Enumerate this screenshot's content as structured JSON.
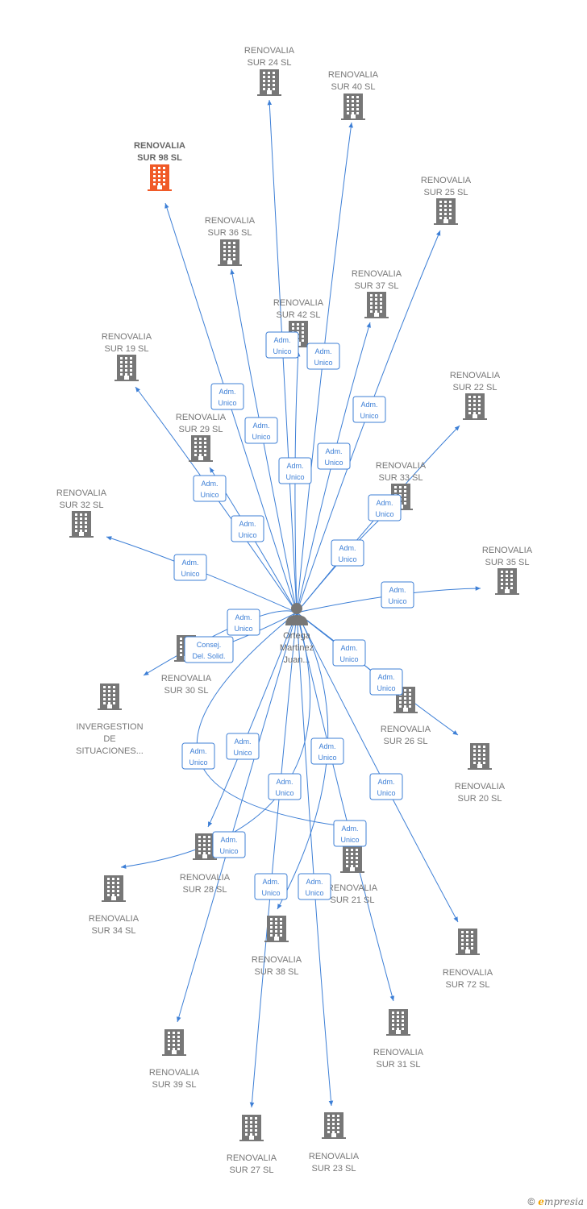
{
  "colors": {
    "edge": "#3d7fd6",
    "building": "#777777",
    "building_highlight": "#f05a28",
    "person": "#777777"
  },
  "center": {
    "label_lines": [
      "Ortega",
      "Martinez",
      "Juan..."
    ],
    "icon": "person-icon"
  },
  "nodes": [
    {
      "id": "sur24",
      "lines": [
        "RENOVALIA",
        "SUR 24  SL"
      ]
    },
    {
      "id": "sur40",
      "lines": [
        "RENOVALIA",
        "SUR 40  SL"
      ]
    },
    {
      "id": "sur98",
      "lines": [
        "RENOVALIA",
        "SUR 98  SL"
      ],
      "highlight": true
    },
    {
      "id": "sur25",
      "lines": [
        "RENOVALIA",
        "SUR 25  SL"
      ]
    },
    {
      "id": "sur36",
      "lines": [
        "RENOVALIA",
        "SUR 36  SL"
      ]
    },
    {
      "id": "sur37",
      "lines": [
        "RENOVALIA",
        "SUR 37  SL"
      ]
    },
    {
      "id": "sur42",
      "lines": [
        "RENOVALIA",
        "SUR 42  SL"
      ]
    },
    {
      "id": "sur19",
      "lines": [
        "RENOVALIA",
        "SUR 19  SL"
      ]
    },
    {
      "id": "sur22",
      "lines": [
        "RENOVALIA",
        "SUR 22  SL"
      ]
    },
    {
      "id": "sur29",
      "lines": [
        "RENOVALIA",
        "SUR 29  SL"
      ]
    },
    {
      "id": "sur33",
      "lines": [
        "RENOVALIA",
        "SUR 33  SL"
      ]
    },
    {
      "id": "sur32",
      "lines": [
        "RENOVALIA",
        "SUR 32  SL"
      ]
    },
    {
      "id": "sur35",
      "lines": [
        "RENOVALIA",
        "SUR 35  SL"
      ]
    },
    {
      "id": "sur30",
      "lines": [
        "RENOVALIA",
        "SUR 30  SL"
      ]
    },
    {
      "id": "inverg",
      "lines": [
        "INVERGESTION",
        "DE",
        "SITUACIONES..."
      ]
    },
    {
      "id": "sur26",
      "lines": [
        "RENOVALIA",
        "SUR 26  SL"
      ]
    },
    {
      "id": "sur20",
      "lines": [
        "RENOVALIA",
        "SUR 20  SL"
      ]
    },
    {
      "id": "sur28",
      "lines": [
        "RENOVALIA",
        "SUR 28  SL"
      ]
    },
    {
      "id": "sur21",
      "lines": [
        "RENOVALIA",
        "SUR 21  SL"
      ]
    },
    {
      "id": "sur34",
      "lines": [
        "RENOVALIA",
        "SUR 34  SL"
      ]
    },
    {
      "id": "sur38",
      "lines": [
        "RENOVALIA",
        "SUR 38  SL"
      ]
    },
    {
      "id": "sur72",
      "lines": [
        "RENOVALIA",
        "SUR 72  SL"
      ]
    },
    {
      "id": "sur31",
      "lines": [
        "RENOVALIA",
        "SUR 31  SL"
      ]
    },
    {
      "id": "sur39",
      "lines": [
        "RENOVALIA",
        "SUR 39  SL"
      ]
    },
    {
      "id": "sur27",
      "lines": [
        "RENOVALIA",
        "SUR 27  SL"
      ]
    },
    {
      "id": "sur23",
      "lines": [
        "RENOVALIA",
        "SUR 23  SL"
      ]
    }
  ],
  "edges": [
    {
      "to": "sur24",
      "lines": [
        "Adm.",
        "Unico"
      ]
    },
    {
      "to": "sur40",
      "lines": [
        "Adm.",
        "Unico"
      ]
    },
    {
      "to": "sur98",
      "lines": [
        "Adm.",
        "Unico"
      ]
    },
    {
      "to": "sur25",
      "lines": [
        "Adm.",
        "Unico"
      ]
    },
    {
      "to": "sur36",
      "lines": [
        "Adm.",
        "Unico"
      ]
    },
    {
      "to": "sur37",
      "lines": [
        "Adm.",
        "Unico"
      ]
    },
    {
      "to": "sur42",
      "lines": [
        "Adm.",
        "Unico"
      ]
    },
    {
      "to": "sur19",
      "lines": [
        "Adm.",
        "Unico"
      ]
    },
    {
      "to": "sur22",
      "lines": [
        "Adm.",
        "Unico"
      ]
    },
    {
      "to": "sur29",
      "lines": [
        "Adm.",
        "Unico"
      ]
    },
    {
      "to": "sur33",
      "lines": [
        "Adm.",
        "Unico"
      ]
    },
    {
      "to": "sur32",
      "lines": [
        "Adm.",
        "Unico"
      ]
    },
    {
      "to": "sur35",
      "lines": [
        "Adm.",
        "Unico"
      ]
    },
    {
      "to": "sur30",
      "lines": [
        "Adm.",
        "Unico"
      ]
    },
    {
      "to": "inverg",
      "lines": [
        "Consej.",
        "Del. Solid."
      ]
    },
    {
      "to": "sur26",
      "lines": [
        "Adm.",
        "Unico"
      ]
    },
    {
      "to": "sur20",
      "lines": [
        "Adm.",
        "Unico"
      ]
    },
    {
      "to": "sur28",
      "lines": [
        "Adm.",
        "Unico"
      ]
    },
    {
      "to": "sur21",
      "lines": [
        "Adm.",
        "Unico"
      ]
    },
    {
      "to": "sur34",
      "lines": [
        "Adm.",
        "Unico"
      ]
    },
    {
      "to": "sur38",
      "lines": [
        "Adm.",
        "Unico"
      ]
    },
    {
      "to": "sur72",
      "lines": [
        "Adm.",
        "Unico"
      ]
    },
    {
      "to": "sur31",
      "lines": [
        "Adm.",
        "Unico"
      ]
    },
    {
      "to": "sur39",
      "lines": [
        "Adm.",
        "Unico"
      ]
    },
    {
      "to": "sur27",
      "lines": [
        "Adm.",
        "Unico"
      ]
    },
    {
      "to": "sur23",
      "lines": [
        "Adm.",
        "Unico"
      ]
    }
  ],
  "footer": {
    "copyright": "©",
    "brand_initial": "e",
    "brand_rest": "mpresia"
  }
}
